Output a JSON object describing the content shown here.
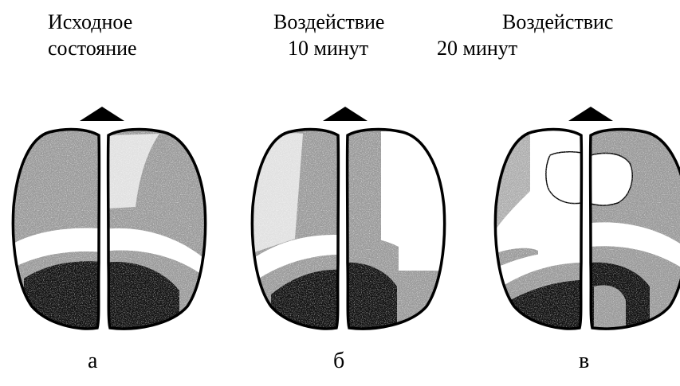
{
  "panels": [
    {
      "id": "a",
      "caption_lines": [
        "Исходное",
        "состояние"
      ],
      "letter": "а"
    },
    {
      "id": "b",
      "caption_lines": [
        "Воздействие",
        "10 минут"
      ],
      "letter": "б"
    },
    {
      "id": "c",
      "caption_lines": [
        "Воздействис",
        "20 минут"
      ],
      "letter": "в"
    }
  ],
  "colors": {
    "gray": "#9a9a9a",
    "dark": "#0d0d0d",
    "light": "#ffffff",
    "outline": "#000000"
  }
}
